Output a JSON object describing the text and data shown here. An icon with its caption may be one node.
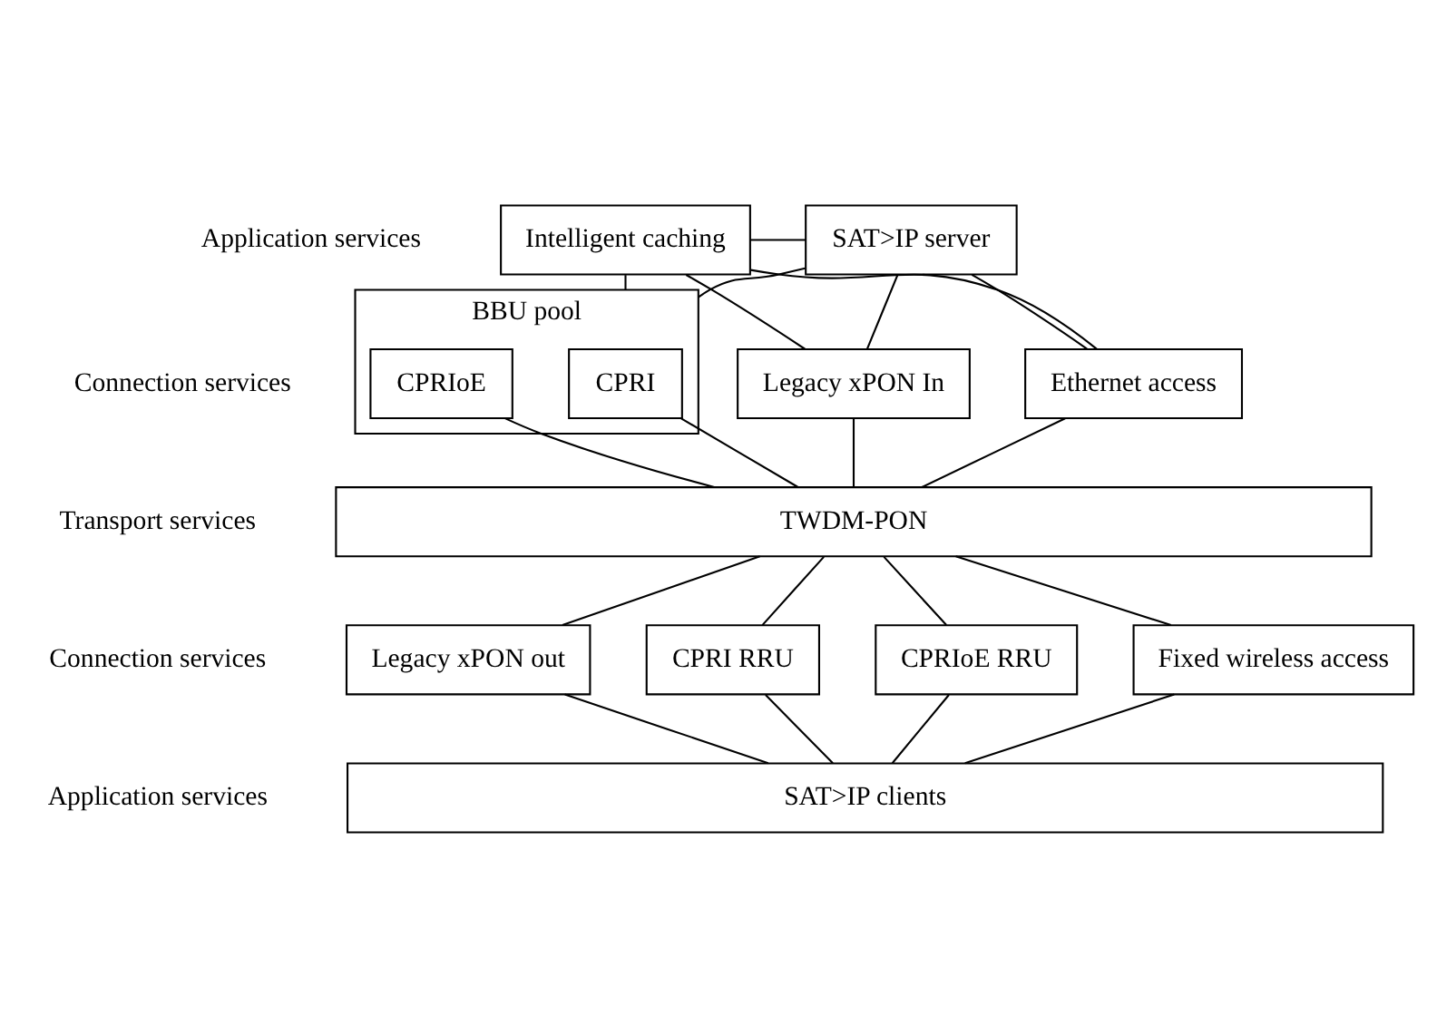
{
  "diagram": {
    "nodes": [
      {
        "text": [
          "Intelligent caching"
        ]
      },
      {
        "text": [
          "SAT>IP server"
        ]
      },
      {
        "text": [
          "BBU pool"
        ]
      },
      {
        "text": [
          "CPRI"
        ],
        "in": 2
      },
      {
        "text": [
          "CPRIoE"
        ],
        "in": 2
      },
      {
        "text": [
          "Ethernet access"
        ]
      },
      {
        "text": [
          "Legacy xPON In"
        ]
      },
      {
        "text": [
          "TWDM-PON"
        ]
      },
      {
        "text": [
          "CPRI RRU"
        ]
      },
      {
        "text": [
          "CPRIoE RRU"
        ]
      },
      {
        "text": [
          "Fixed wireless access"
        ]
      },
      {
        "text": [
          "Legacy xPON out"
        ]
      },
      {
        "text": [
          "SAT>IP clients"
        ]
      }
    ],
    "edges": [
      {
        "from": 0,
        "to": 1,
        "arrow": "none"
      },
      {
        "from": 0,
        "to": 2,
        "arrow": "none"
      },
      {
        "from": 0,
        "to": 5,
        "arrow": "none"
      },
      {
        "from": 0,
        "to": 6,
        "arrow": "none"
      },
      {
        "from": 1,
        "to": 2,
        "arrow": "none"
      },
      {
        "from": 1,
        "to": 5,
        "arrow": "none"
      },
      {
        "from": 1,
        "to": 6,
        "arrow": "none"
      },
      {
        "from": 3,
        "to": 7,
        "arrow": "none"
      },
      {
        "from": 4,
        "to": 7,
        "arrow": "none"
      },
      {
        "from": 5,
        "to": 7,
        "arrow": "none"
      },
      {
        "from": 6,
        "to": 7,
        "arrow": "none"
      },
      {
        "from": 7,
        "to": 8,
        "arrow": "none"
      },
      {
        "from": 7,
        "to": 9,
        "arrow": "none"
      },
      {
        "from": 7,
        "to": 10,
        "arrow": "none"
      },
      {
        "from": 7,
        "to": 11,
        "arrow": "none"
      },
      {
        "from": 8,
        "to": 12,
        "arrow": "none"
      },
      {
        "from": 9,
        "to": 12,
        "arrow": "none"
      },
      {
        "from": 10,
        "to": 12,
        "arrow": "none"
      },
      {
        "from": 11,
        "to": 12,
        "arrow": "none"
      }
    ],
    "labels": [
      "Application services",
      "Connection services",
      "Transport services",
      "Connection services",
      "Application services"
    ]
  }
}
